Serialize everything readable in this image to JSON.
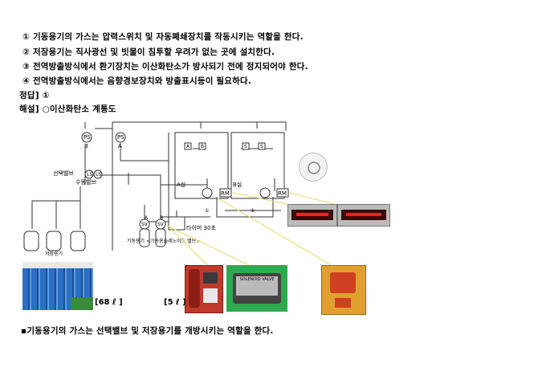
{
  "options": [
    "① 기동용기의 가스는 압력스위치 및 자동폐쇄장치를 작동시키는 역할을 한다.",
    "② 저장용기는 직사광선 및 빗물이 침투할 우려가 없는 곳에 설치한다.",
    "③ 전역방출방식에서 환기장치는 이산화탄소가 방사되기 전에 정지되어야 한다.",
    "④ 전역방출방식에서는 음향경보장치와 방출표시등이 필요하다."
  ],
  "answer": "정답] ①",
  "explanation_title": "해설] ○이산화탄소 계통도",
  "diagram": {
    "ps": "PS",
    "room_a": "A실",
    "room_b": "B실",
    "rm": "RM",
    "selector_valve": "선택밸브",
    "manual_valve": "수동밸브",
    "ls": "LS",
    "sv": "SV",
    "storage": "저장용기",
    "starter_label": "기동용기 <기동용솔레노이드 밸브>",
    "timer": "타이머 30초",
    "mark_a": "A",
    "mark_b": "B",
    "mark_s": "S",
    "mark_1": "①"
  },
  "captions": {
    "large": "[68 ℓ ]",
    "small": "[5 ℓ ]"
  },
  "solenoid_text": "SOLENOID VALVE",
  "footer": "▪기동용기의 가스는 선택밸브 및 저장용기를 개방시키는 역할을 한다.",
  "colors": {
    "line": "#333333",
    "cylinder_blue": "#2a6fc4",
    "cabinet_red": "#c0392b",
    "panel_green": "#2fa84f",
    "box_orange": "#e0a030",
    "lamp_red": "#ff2020",
    "leader_yellow": "#e6d86a"
  }
}
